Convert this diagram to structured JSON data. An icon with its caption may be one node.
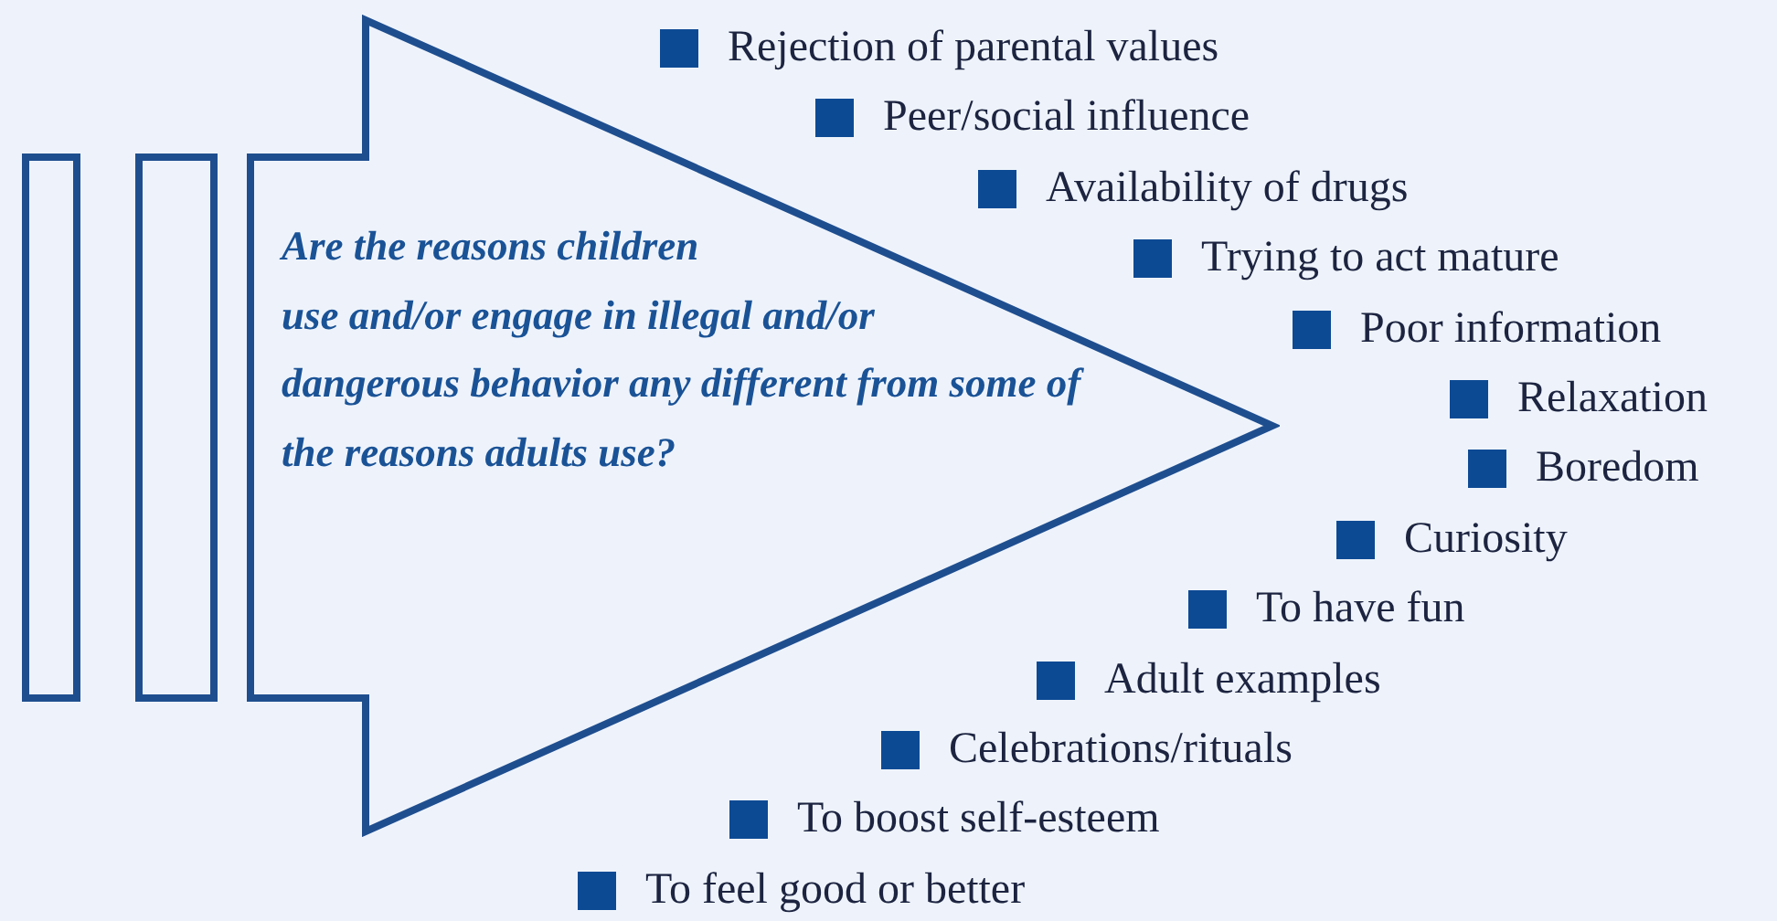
{
  "diagram": {
    "nodes": [
      {
        "text": [
          "Are the reasons children use and/or engage in illegal and/or dangerous behavior any different from some of the reasons adults use?"
        ]
      }
    ],
    "labels": [
      "Rejection of parental values",
      "Peer/social influence",
      "Availability of drugs",
      "Trying to act mature",
      "Poor information",
      "Relaxation",
      "Boredom",
      "Curiosity",
      "To have fun",
      "Adult examples",
      "Celebrations/rituals",
      "To boost self-esteem",
      "To feel good or better"
    ]
  }
}
